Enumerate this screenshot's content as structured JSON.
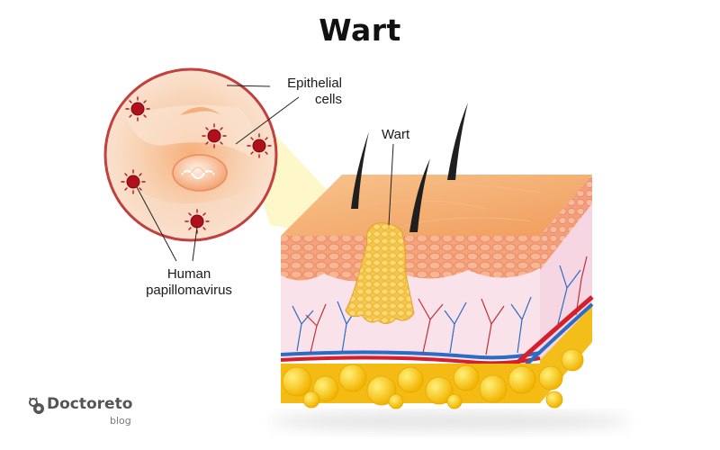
{
  "title": "Wart",
  "labels": {
    "epithelial_line1": "Epithelial",
    "epithelial_line2": "cells",
    "wart": "Wart",
    "hpv_line1": "Human",
    "hpv_line2": "papillomavirus"
  },
  "brand": {
    "name": "Doctoreto",
    "subtitle": "blog"
  },
  "colors": {
    "skin_top": "#f6b67a",
    "epidermis": "#f39a6c",
    "dermis": "#f8dde6",
    "fat": "#f7c51d",
    "wart": "#f5c542",
    "virus": "#b0101c",
    "artery": "#d4202c",
    "vein": "#2a6cc6",
    "hair": "#1f1f1f"
  }
}
